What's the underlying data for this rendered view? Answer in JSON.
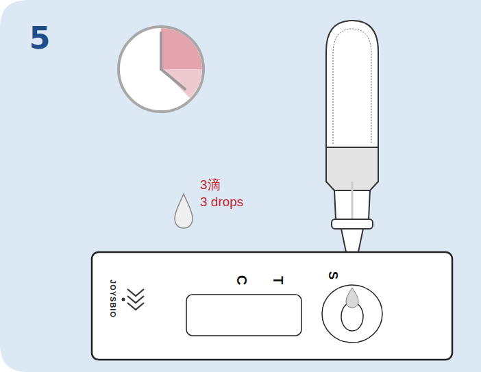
{
  "diagram": {
    "nodes": [
      {
        "text": [
          "JOYSBIO",
          "C",
          "T",
          "S"
        ]
      }
    ],
    "labels": [
      "5",
      "3滴",
      "3 drops"
    ]
  }
}
